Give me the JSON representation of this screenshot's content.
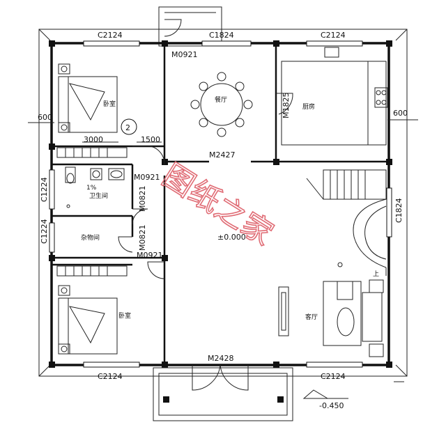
{
  "labels": {
    "window_top_left": "C2124",
    "window_top_mid": "C1824",
    "window_top_right": "C2124",
    "window_bottom_left": "C2124",
    "window_bottom_right": "C2124",
    "window_right_lower": "C1824",
    "window_left_1": "C1224",
    "window_left_2": "C1224",
    "door_dining": "M0921",
    "door_kitchen": "M1825",
    "door_dining_living": "M2427",
    "door_bath": "M0921",
    "door_storage_a": "M0821",
    "door_storage_b": "M0821",
    "door_bedroom2": "M0921",
    "door_main": "M2428",
    "dim_600_left": "600",
    "dim_600_right": "600",
    "dim_3000": "3000",
    "dim_1500": "1500",
    "grid_marker": "2",
    "slope": "1%",
    "elev_floor": "±0.000",
    "elev_outside": "-0.450",
    "stair_up": "上"
  },
  "rooms": {
    "bedroom1": "卧室",
    "dining": "餐厅",
    "kitchen": "厨房",
    "bathroom": "卫生间",
    "storage": "杂物间",
    "bedroom2": "卧室",
    "living": "客厅"
  },
  "watermark": "图纸之家"
}
